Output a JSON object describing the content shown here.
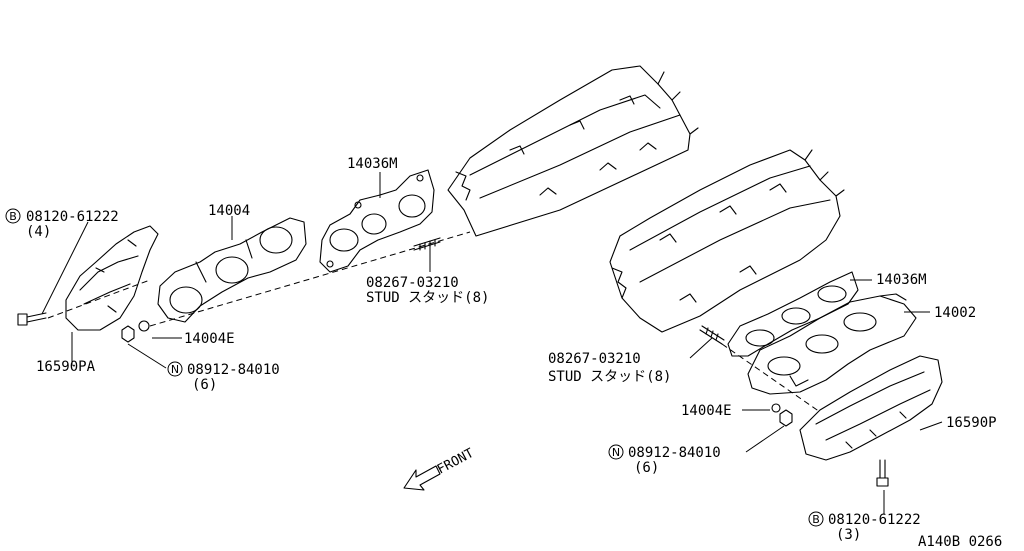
{
  "diagram": {
    "labels": {
      "bolt_left_code": "08120-61222",
      "bolt_left_qty": "(4)",
      "bolt_symbol": "B",
      "manifold_left": "14004",
      "gasket_left": "14036M",
      "stud_left_code": "08267-03210",
      "stud_left_text": "STUD スタッド(8)",
      "washer_left": "14004E",
      "cover_left": "16590PA",
      "nut_symbol": "N",
      "nut_left_code": "08912-84010",
      "nut_left_qty": "(6)",
      "gasket_right": "14036M",
      "manifold_right": "14002",
      "stud_right_code": "08267-03210",
      "stud_right_text": "STUD スタッド(8)",
      "washer_right": "14004E",
      "nut_right_code": "08912-84010",
      "nut_right_qty": "(6)",
      "cover_right": "16590P",
      "bolt_right_code": "08120-61222",
      "bolt_right_qty": "(3)",
      "front": "FRONT",
      "ref_code": "A140B 0266"
    }
  }
}
